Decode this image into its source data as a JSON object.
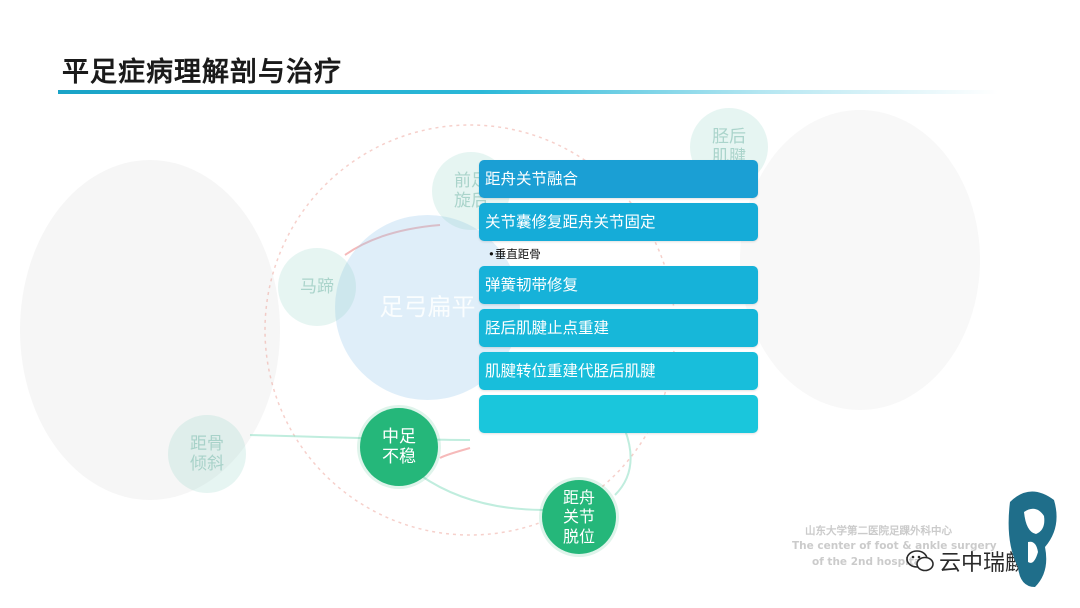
{
  "title": "平足症病理解剖与治疗",
  "nodes": {
    "center": "足弓扁平",
    "forefoot": "前足\n旋后",
    "tibialis": "胫后\n肌腱",
    "heel": "马蹄",
    "talus": "距骨\n倾斜",
    "midfoot": "中足\n不稳",
    "talonavicular": "距舟\n关节\n脱位"
  },
  "treatments": [
    {
      "label": "距舟关节融合",
      "color": "#1b9fd4"
    },
    {
      "label": "关节囊修复距舟关节固定",
      "color": "#15acd8"
    },
    {
      "label": "弹簧韧带修复",
      "color": "#16b2d9"
    },
    {
      "label": "胫后肌腱止点重建",
      "color": "#17b7d9"
    },
    {
      "label": "肌腱转位重建代胫后肌腱",
      "color": "#18bedb"
    },
    {
      "label": "",
      "color": "#1ac6dc"
    }
  ],
  "bullet": "•垂直距骨",
  "watermark": {
    "line1": "山东大学第二医院足踝外科中心",
    "line2": "The center of foot & ankle surgery",
    "line3": "of the 2nd hospital"
  },
  "brand": {
    "name": "云中瑞麟",
    "icon": "wechat-icon"
  }
}
